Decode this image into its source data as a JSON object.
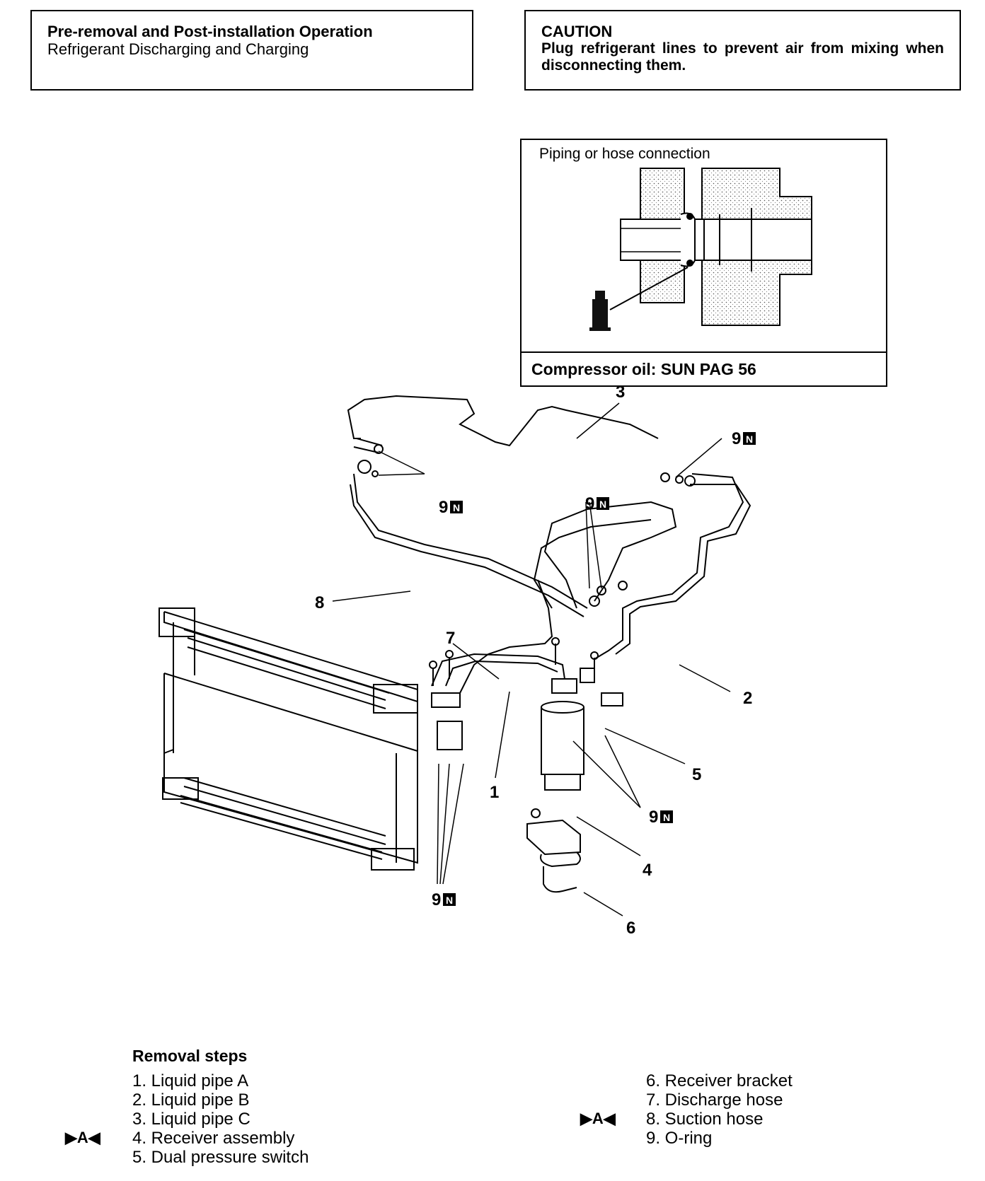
{
  "header": {
    "pre_removal_title": "Pre-removal and Post-installation Operation",
    "pre_removal_text": "Refrigerant Discharging and Charging",
    "caution_title": "CAUTION",
    "caution_text": "Plug refrigerant lines to prevent air from mixing when disconnecting them."
  },
  "inset": {
    "title": "Piping or hose connection",
    "footer": "Compressor oil: SUN PAG 56"
  },
  "callouts": {
    "c1": "1",
    "c2": "2",
    "c3": "3",
    "c4": "4",
    "c5": "5",
    "c6": "6",
    "c7": "7",
    "c8": "8",
    "c9": "9",
    "n_symbol": "N"
  },
  "removal": {
    "title": "Removal steps",
    "steps": [
      "1. Liquid pipe A",
      "2. Liquid pipe B",
      "3. Liquid pipe C",
      "4. Receiver assembly",
      "5. Dual pressure switch",
      "6. Receiver bracket",
      "7. Discharge hose",
      "8. Suction hose",
      "9. O-ring"
    ],
    "marker": "▶A◀"
  }
}
